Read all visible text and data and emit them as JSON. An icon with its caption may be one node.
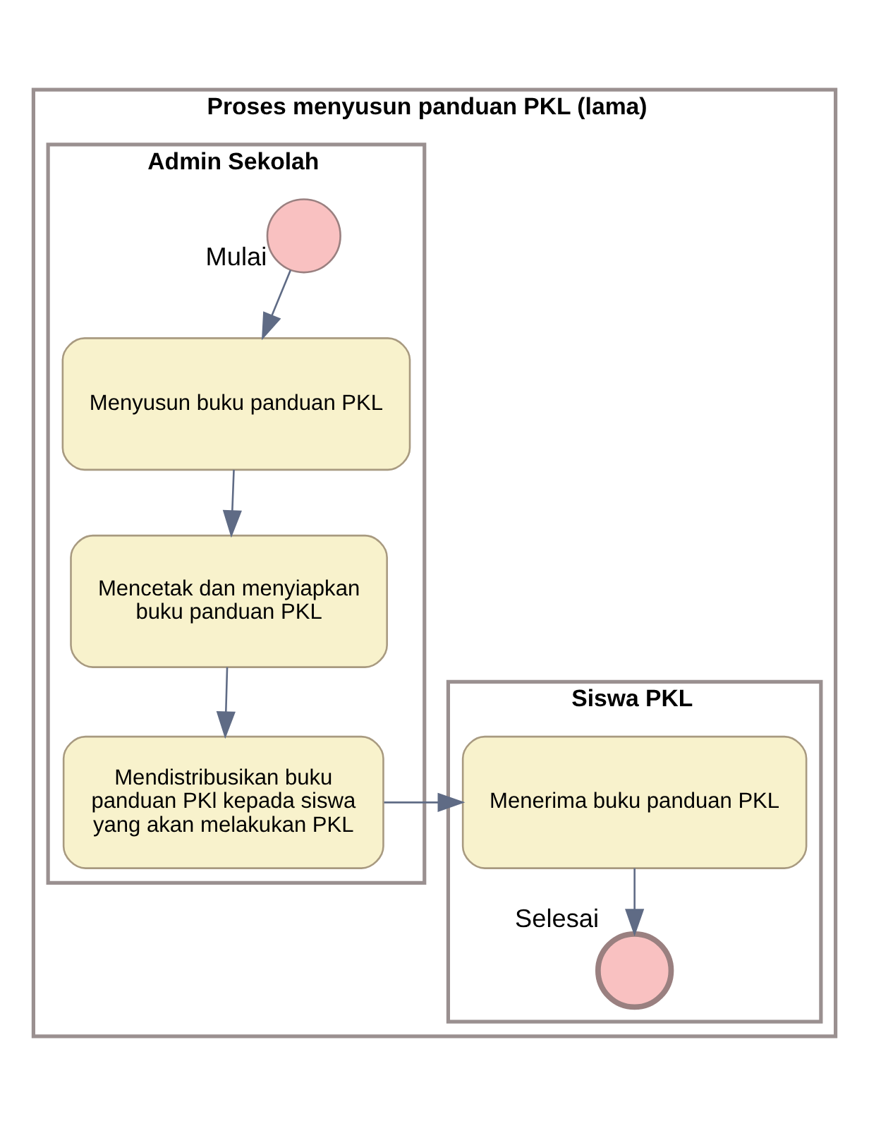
{
  "diagram": {
    "nodes": [
      {
        "text": [
          "Proses menyusun panduan PKL (lama)"
        ]
      },
      {
        "text": [
          "Admin Sekolah"
        ],
        "in": 0
      },
      {
        "text": [
          "Siswa PKL"
        ],
        "in": 0
      },
      {
        "text": [],
        "shape": "circle",
        "beside": [
          "Mulai"
        ],
        "in": 1
      },
      {
        "text": [
          "Menyusun buku panduan PKL"
        ],
        "in": 1
      },
      {
        "text": [
          "Mencetak dan menyiapkan buku panduan PKL"
        ],
        "in": 1
      },
      {
        "text": [
          "Mendistribusikan buku panduan PKl kepada siswa yang akan melakukan PKL"
        ],
        "in": 1
      },
      {
        "text": [
          "Menerima buku panduan PKL"
        ],
        "in": 2
      },
      {
        "text": [],
        "shape": "circle",
        "beside": [
          "Selesai"
        ],
        "in": 2
      }
    ],
    "edges": [
      {
        "from": 3,
        "to": 4,
        "arrow": "to"
      },
      {
        "from": 4,
        "to": 5,
        "arrow": "to"
      },
      {
        "from": 5,
        "to": 6,
        "arrow": "to"
      },
      {
        "from": 6,
        "to": 7,
        "arrow": "to"
      },
      {
        "from": 7,
        "to": 8,
        "arrow": "to"
      }
    ]
  }
}
